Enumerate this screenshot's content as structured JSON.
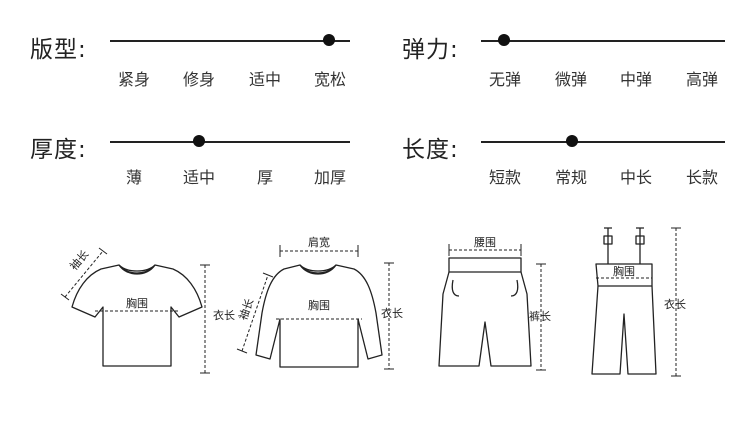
{
  "attributes": {
    "fit": {
      "label": "版型:",
      "options": [
        "紧身",
        "修身",
        "适中",
        "宽松"
      ],
      "selected": 3
    },
    "elasticity": {
      "label": "弹力:",
      "options": [
        "无弹",
        "微弹",
        "中弹",
        "高弹"
      ],
      "selected": 0
    },
    "thickness": {
      "label": "厚度:",
      "options": [
        "薄",
        "适中",
        "厚",
        "加厚"
      ],
      "selected": 1
    },
    "length": {
      "label": "长度:",
      "options": [
        "短款",
        "常规",
        "中长",
        "长款"
      ],
      "selected": 1
    }
  },
  "figures": {
    "tshirt": {
      "sleeve": "袖长",
      "chest": "胸围",
      "length": "衣长"
    },
    "sweater": {
      "shoulder": "肩宽",
      "sleeve": "袖长",
      "chest": "胸围",
      "length": "衣长"
    },
    "shorts": {
      "waist": "腰围",
      "length": "裤长"
    },
    "overalls": {
      "chest": "胸围",
      "length": "衣长"
    }
  },
  "colors": {
    "ink": "#222222"
  }
}
